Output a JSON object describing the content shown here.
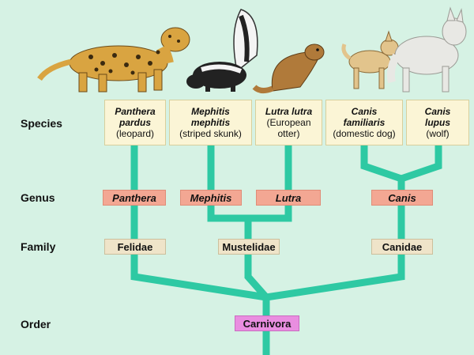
{
  "ranks": {
    "species": "Species",
    "genus": "Genus",
    "family": "Family",
    "order": "Order"
  },
  "species": [
    {
      "sci1": "Panthera",
      "sci2": "pardus",
      "common": "(leopard)"
    },
    {
      "sci1": "Mephitis",
      "sci2": "mephitis",
      "common": "(striped skunk)"
    },
    {
      "sci1": "Lutra lutra",
      "sci2": "",
      "common": "(European otter)"
    },
    {
      "sci1": "Canis",
      "sci2": "familiaris",
      "common": "(domestic dog)"
    },
    {
      "sci1": "Canis",
      "sci2": "lupus",
      "common": "(wolf)"
    }
  ],
  "genus": [
    "Panthera",
    "Mephitis",
    "Lutra",
    "Canis"
  ],
  "family": [
    "Felidae",
    "Mustelidae",
    "Canidae"
  ],
  "order": "Carnivora",
  "colors": {
    "background": "#d6f2e4",
    "branch": "#2ec9a3",
    "species_box": "#fbf5d6",
    "genus_box": "#f3a793",
    "family_box": "#efe4c9",
    "order_box": "#e98ee0"
  },
  "illustrations": [
    "leopard-illustration",
    "skunk-illustration",
    "otter-illustration",
    "dog-illustration",
    "wolf-illustration"
  ]
}
